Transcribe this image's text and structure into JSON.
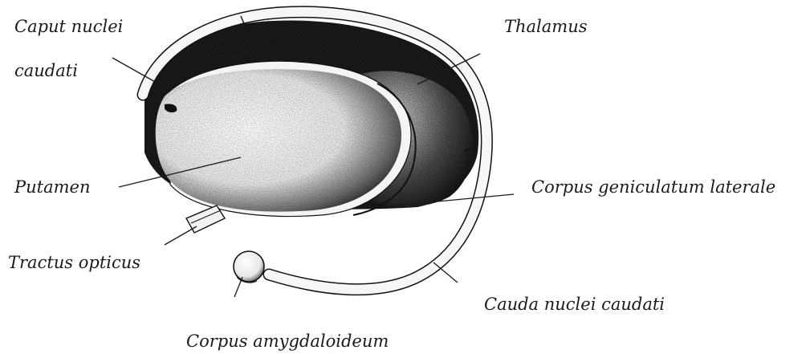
{
  "labels": {
    "caput_line1": "Caput nuclei",
    "caput_line2": "caudati",
    "thalamus": "Thalamus",
    "putamen": "Putamen",
    "corpus_geniculatum": "Corpus geniculatum laterale",
    "tractus_opticus": "Tractus opticus",
    "cauda": "Cauda nuclei caudati",
    "amygdala": "Corpus amygdaloideum"
  }
}
